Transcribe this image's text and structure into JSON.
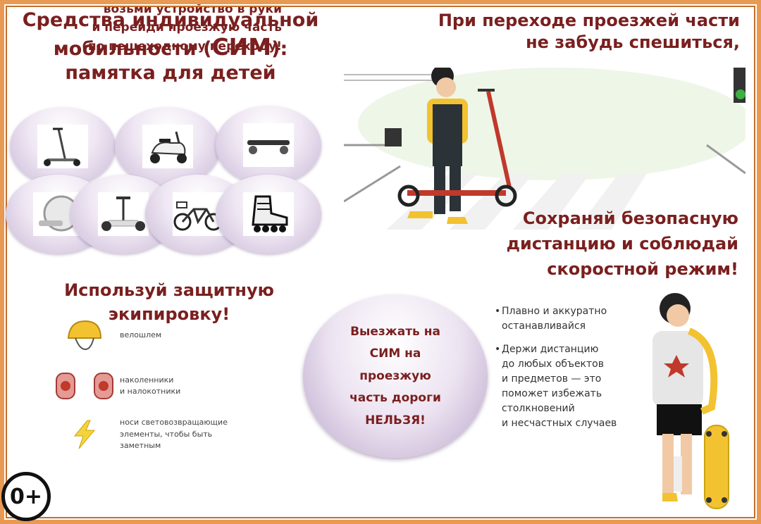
{
  "title": {
    "line1": "Средства индивидуальной",
    "line2_prefix": "мобильности (",
    "line2_big": "СИМ",
    "line2_suffix": "):",
    "line3": "памятка для детей"
  },
  "devices": [
    {
      "icon": "kick-scooter-icon"
    },
    {
      "icon": "moped-icon"
    },
    {
      "icon": "electric-skateboard-icon"
    },
    {
      "icon": "monowheel-icon"
    },
    {
      "icon": "hoverboard-icon"
    },
    {
      "icon": "electric-bike-icon"
    },
    {
      "icon": "roller-skate-icon"
    }
  ],
  "crossing": {
    "line1": "При переходе проезжей части",
    "line2": "не забудь спешиться,",
    "sub1": "возьми устройство в руки",
    "sub2": "и перейди проезжую часть",
    "sub3": "по пешеходному переходу!"
  },
  "speed": {
    "line1": "Сохраняй безопасную",
    "line2": "дистанцию и соблюдай",
    "line3": "скоростной режим!"
  },
  "gear": {
    "line1": "Используй защитную",
    "line2": "экипировку!",
    "items": [
      {
        "icon": "helmet-icon",
        "label": "велошлем"
      },
      {
        "icon": "knee-pads-icon",
        "label": "наколенники\nи налокотники"
      },
      {
        "icon": "reflector-icon",
        "label": "носи световозвращающие\nэлементы, чтобы быть\nзаметным"
      }
    ]
  },
  "ban": {
    "line1": "Выезжать на",
    "line2": "СИМ на",
    "line3": "проезжую",
    "line4": "часть дороги",
    "line5": "НЕЛЬЗЯ!"
  },
  "tips": [
    {
      "text": "Плавно и аккуратно\n останавливайся"
    },
    {
      "text": "Держи дистанцию\nдо любых объектов\nи предметов — это\nпоможет избежать\nстолкновений\nи несчастных случаев"
    }
  ],
  "age_rating": "0+",
  "colors": {
    "heading": "#7a1f1f",
    "frame": "#e89a52",
    "bubble": "#c8b8d6",
    "scooter": "#c0392b",
    "yellow": "#f2c230"
  }
}
